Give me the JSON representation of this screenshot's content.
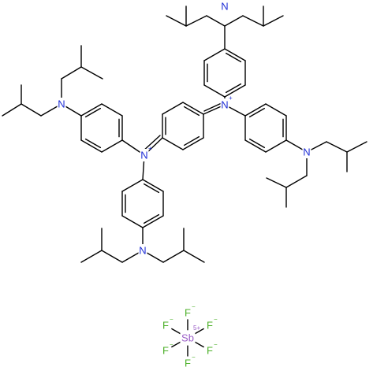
{
  "structure": {
    "atoms": {
      "nitrogen": "N",
      "nitrogen_cation": "N",
      "cation_charge": "+",
      "fluorine": "F",
      "fluoride_charge": "−",
      "antimony": "Sb",
      "antimony_charge": "5+"
    },
    "colors": {
      "bond": "#000000",
      "nitrogen": "#1f2fd6",
      "fluorine": "#4db02a",
      "antimony": "#9b5ec7"
    }
  }
}
